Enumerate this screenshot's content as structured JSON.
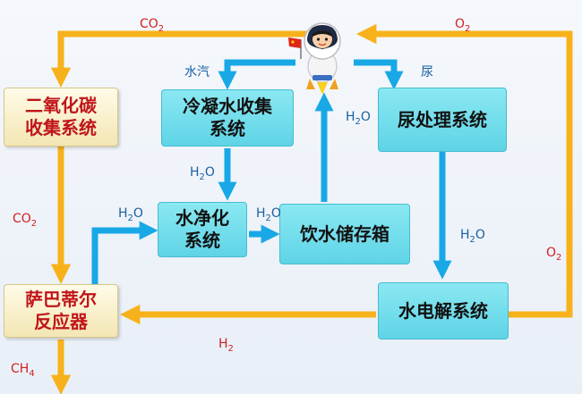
{
  "nodes": {
    "co2_collect": [
      "二氧化碳",
      "收集系统"
    ],
    "condensate": [
      "冷凝水收集",
      "系统"
    ],
    "urine_proc": [
      "尿处理系统"
    ],
    "water_purify": [
      "水净化",
      "系统"
    ],
    "drinking_tank": [
      "饮水储存箱"
    ],
    "sabatier": [
      "萨巴蒂尔",
      "反应器"
    ],
    "electrolysis": [
      "水电解系统"
    ]
  },
  "labels": {
    "co2_top": {
      "main": "CO",
      "sub": "2"
    },
    "o2_top": {
      "main": "O",
      "sub": "2"
    },
    "vapor": "水汽",
    "urine": "尿",
    "h2o_up": {
      "main": "H",
      "sub": "2",
      "tail": "O"
    },
    "h2o_down1": {
      "main": "H",
      "sub": "2",
      "tail": "O"
    },
    "h2o_in": {
      "main": "H",
      "sub": "2",
      "tail": "O"
    },
    "h2o_mid": {
      "main": "H",
      "sub": "2",
      "tail": "O"
    },
    "co2_left": {
      "main": "CO",
      "sub": "2"
    },
    "h2o_right": {
      "main": "H",
      "sub": "2",
      "tail": "O"
    },
    "o2_right": {
      "main": "O",
      "sub": "2"
    },
    "h2_bottom": {
      "main": "H",
      "sub": "2"
    },
    "ch4": {
      "main": "CH",
      "sub": "4"
    }
  },
  "colors": {
    "gold": "#f7b21b",
    "cyan": "#18a8e6",
    "box_blue": "#6adbea",
    "label_red": "#d02020",
    "label_blue": "#1a5fa0"
  },
  "icons": {
    "astronaut": "astronaut-icon",
    "flag": "china-flag-icon"
  }
}
